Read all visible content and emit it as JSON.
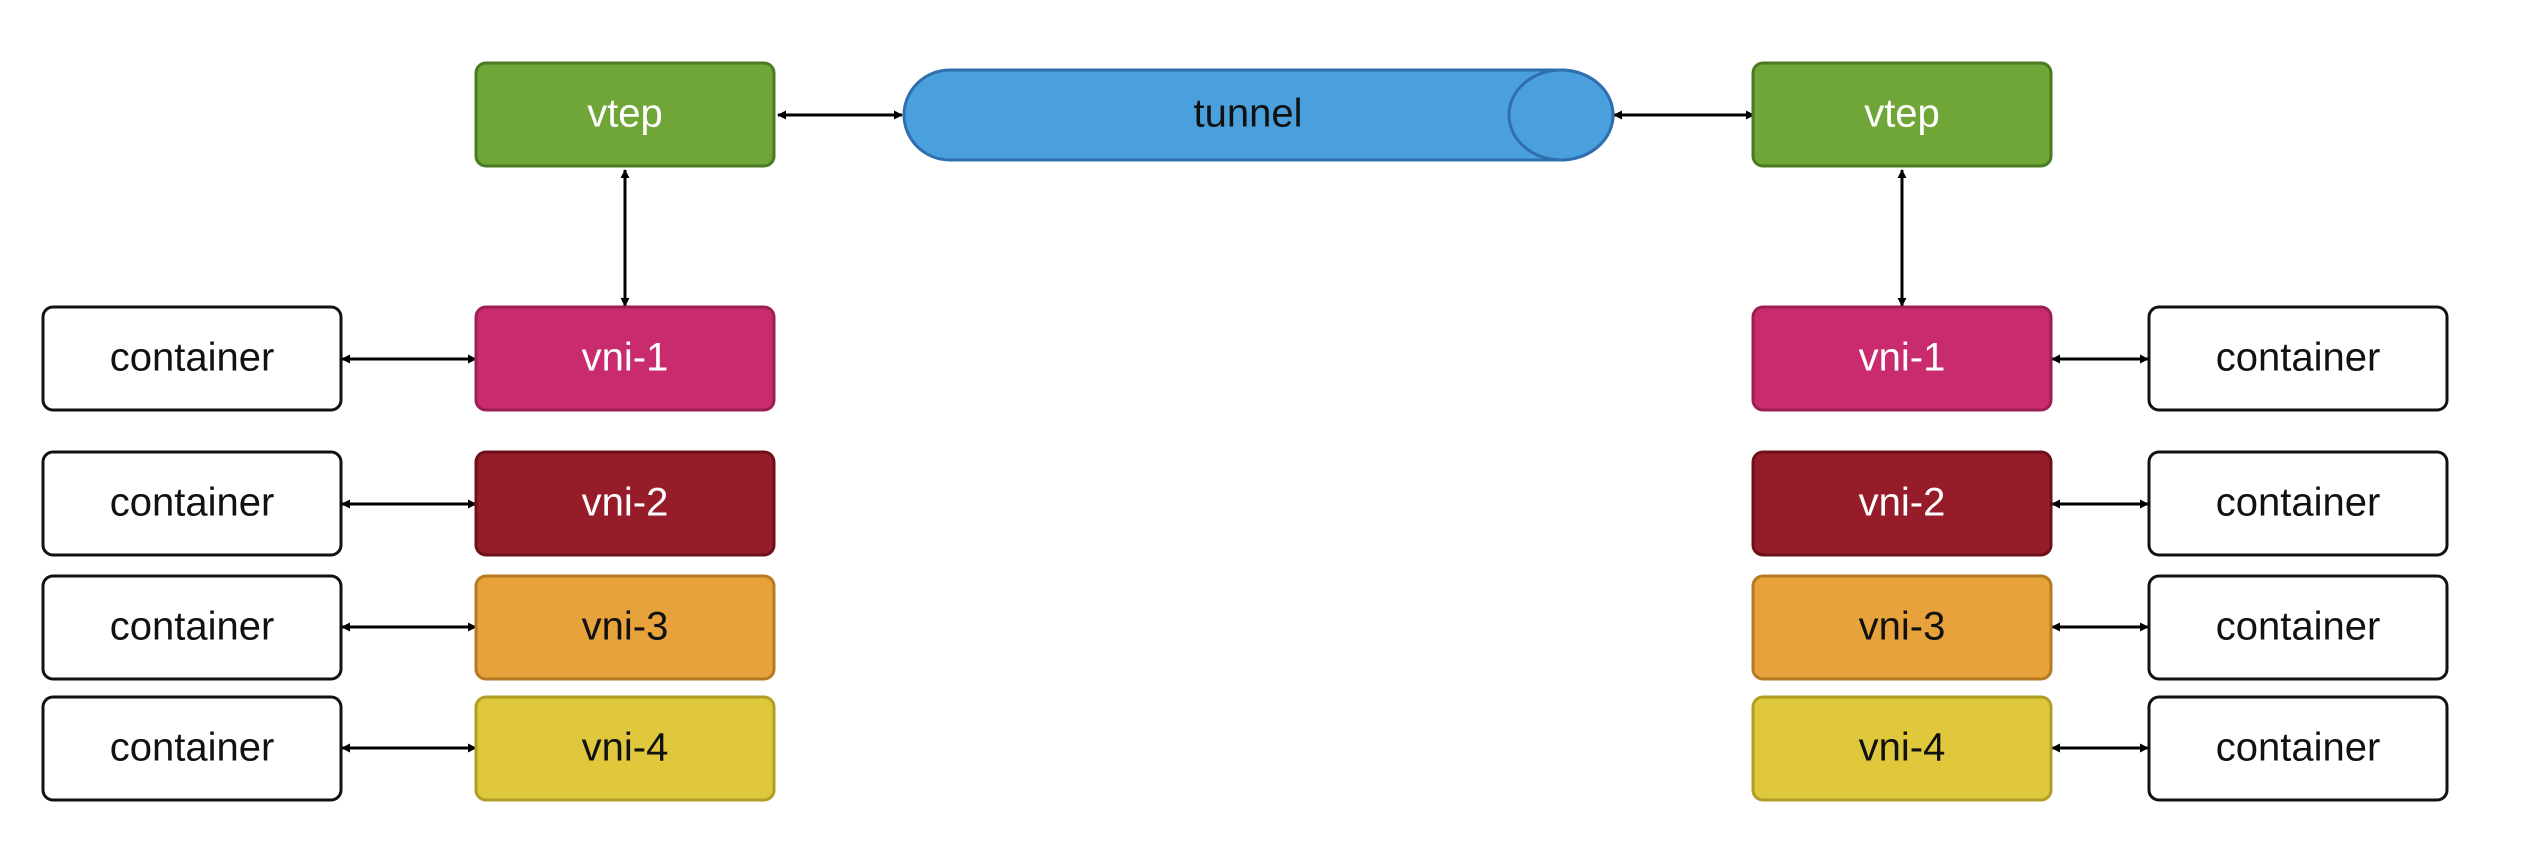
{
  "colors": {
    "vtep_fill": "#6fa637",
    "vtep_stroke": "#4a7a22",
    "tunnel_fill": "#4aa0dc",
    "tunnel_stroke": "#2f6fae",
    "vni1_fill": "#c92c6e",
    "vni1_stroke": "#9c1f52",
    "vni2_fill": "#951c28",
    "vni2_stroke": "#6e1019",
    "vni3_fill": "#e7a23b",
    "vni3_stroke": "#b57a22",
    "vni4_fill": "#dfc83b",
    "vni4_stroke": "#b29e25",
    "container_fill": "#ffffff",
    "container_stroke": "#111111",
    "edge": "#000000"
  },
  "tunnel": {
    "label": "tunnel"
  },
  "left": {
    "vtep": "vtep",
    "vnis": [
      "vni-1",
      "vni-2",
      "vni-3",
      "vni-4"
    ],
    "containers": [
      "container",
      "container",
      "container",
      "container"
    ]
  },
  "right": {
    "vtep": "vtep",
    "vnis": [
      "vni-1",
      "vni-2",
      "vni-3",
      "vni-4"
    ],
    "containers": [
      "container",
      "container",
      "container",
      "container"
    ]
  }
}
